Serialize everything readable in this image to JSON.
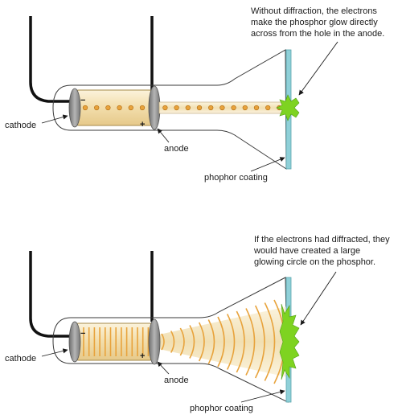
{
  "top": {
    "annotation": [
      "Without diffraction, the electrons",
      "make the phosphor glow directly",
      "across from the hole in the anode."
    ],
    "cathode_label": "cathode",
    "anode_label": "anode",
    "coating_label": "phophor coating",
    "minus_sign": "−",
    "plus_sign": "+"
  },
  "bottom": {
    "annotation": [
      "If the electrons had diffracted, they",
      "would have created a large",
      "glowing circle on the phosphor."
    ],
    "cathode_label": "cathode",
    "anode_label": "anode",
    "coating_label": "phophor coating",
    "minus_sign": "−",
    "plus_sign": "+"
  },
  "colors": {
    "electron": "#e8a33c",
    "electron_outline": "#b06a10",
    "glass_outline": "#3a3a3a",
    "phosphor_screen": "#8fd0d8",
    "glow": "#7ed321",
    "beam_fill": "#f6ecd2",
    "electrode": "#8a8a8a"
  }
}
